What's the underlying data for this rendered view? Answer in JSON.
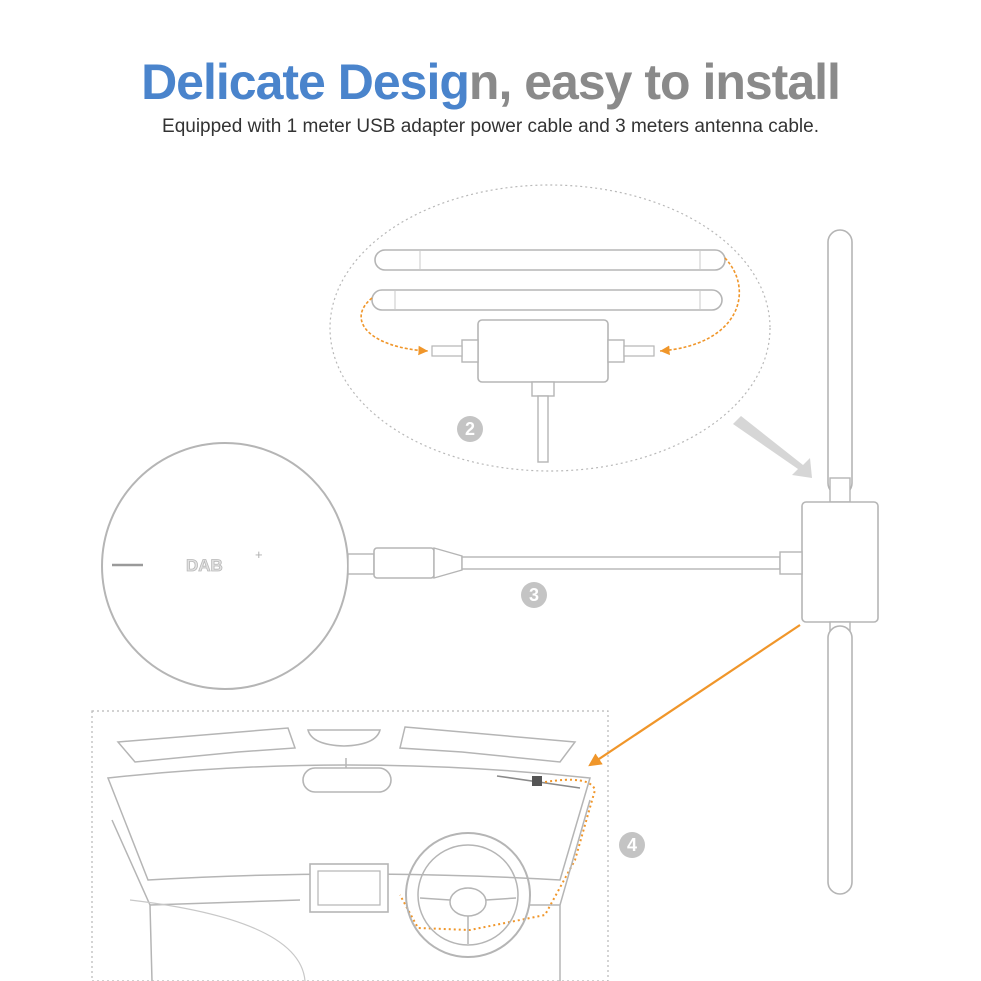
{
  "header": {
    "title_blue": "Delicate Desig",
    "title_gray": "n, easy to install",
    "subtitle": "Equipped with 1 meter USB adapter power cable and 3 meters antenna cable."
  },
  "steps": [
    {
      "number": "2"
    },
    {
      "number": "3"
    },
    {
      "number": "4"
    }
  ],
  "receiver": {
    "logo_text": "DAB",
    "logo_sup": "+"
  },
  "colors": {
    "title_blue": "#4a84cc",
    "title_gray": "#8a8a8a",
    "arrow_orange": "#f0962a",
    "line_gray": "#b5b5b5",
    "badge_gray": "#c4c4c4"
  }
}
